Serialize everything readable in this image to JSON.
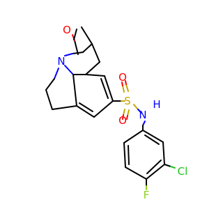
{
  "molecule": {
    "atoms": {
      "carbonyl_oxygen": {
        "label": "O",
        "color": "#ff0000"
      },
      "ring_nitrogen": {
        "label": "N",
        "color": "#0000ff"
      },
      "sulfonyl_oxygen_top": {
        "label": "O",
        "color": "#ff0000"
      },
      "sulfur": {
        "label": "S",
        "color": "#c7a500"
      },
      "sulfonyl_oxygen_bottom": {
        "label": "O",
        "color": "#ff0000"
      },
      "sulfonamide_nitrogen": {
        "label": "N",
        "color": "#0000ff"
      },
      "sulfonamide_hydrogen": {
        "label": "H",
        "color": "#0000ff"
      },
      "chlorine": {
        "label": "Cl",
        "color": "#1cc41c"
      },
      "fluorine": {
        "label": "F",
        "color": "#8fd019"
      }
    }
  }
}
